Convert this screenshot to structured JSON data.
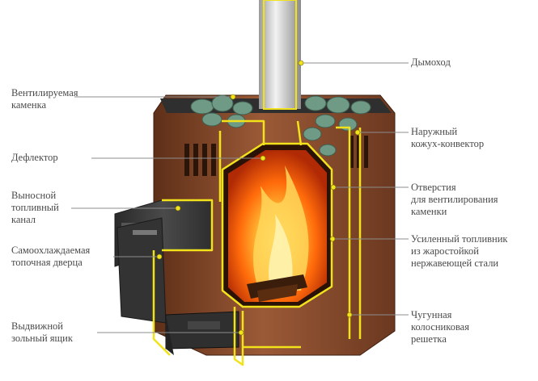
{
  "labels": {
    "left": [
      {
        "id": "vent-kamenka",
        "lines": [
          "Вентилируемая",
          "каменка"
        ]
      },
      {
        "id": "deflector",
        "lines": [
          "Дефлектор"
        ]
      },
      {
        "id": "fuel-channel",
        "lines": [
          "Выносной",
          "топливный",
          "канал"
        ]
      },
      {
        "id": "self-cooling-door",
        "lines": [
          "Самоохлаждаемая",
          "топочная дверца"
        ]
      },
      {
        "id": "ash-drawer",
        "lines": [
          "Выдвижной",
          "зольный ящик"
        ]
      }
    ],
    "right": [
      {
        "id": "chimney",
        "lines": [
          "Дымоход"
        ]
      },
      {
        "id": "outer-casing",
        "lines": [
          "Наружный",
          "кожух-конвектор"
        ]
      },
      {
        "id": "vent-holes",
        "lines": [
          "Отверстия",
          "для вентилирования",
          "каменки"
        ]
      },
      {
        "id": "firebox",
        "lines": [
          "Усиленный топливник",
          "из жаростойкой",
          "нержавеющей стали"
        ]
      },
      {
        "id": "grate",
        "lines": [
          "Чугунная",
          "колосниковая",
          "решетка"
        ]
      }
    ]
  },
  "colors": {
    "outline": "#f2e21c",
    "casing": "#8a4b2c",
    "steel": "#3c3c3c",
    "fire": "#ff7a10",
    "stones": "#6f9a86",
    "leader": "#8c8c8c"
  }
}
